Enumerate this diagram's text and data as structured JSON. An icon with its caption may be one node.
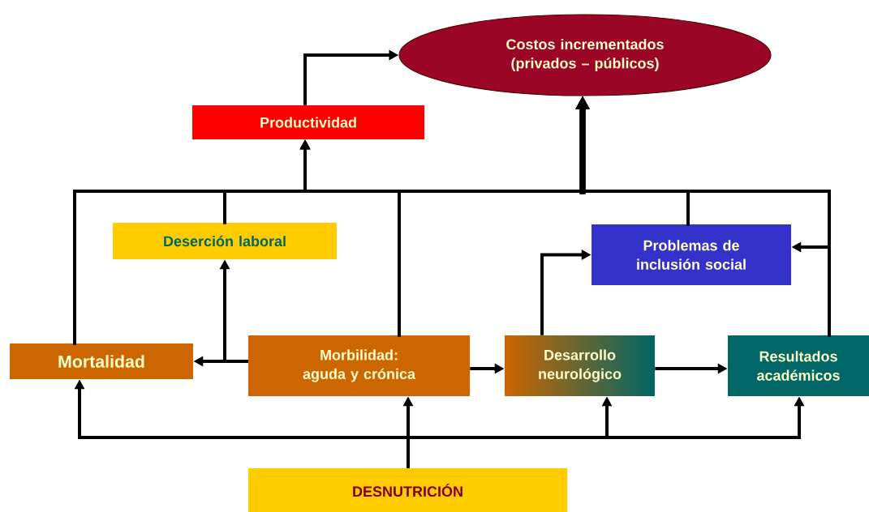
{
  "diagram": {
    "nodes": [
      {
        "text": [
          "Costos incrementados (privados – públicos)"
        ]
      },
      {
        "text": [
          "Productividad"
        ]
      },
      {
        "text": [
          "Deserción laboral"
        ]
      },
      {
        "text": [
          "Problemas de inclusión social"
        ]
      },
      {
        "text": [
          "Mortalidad"
        ]
      },
      {
        "text": [
          "Morbilidad: aguda y crónica"
        ]
      },
      {
        "text": [
          "Desarrollo neurológico"
        ]
      },
      {
        "text": [
          "Resultados académicos"
        ]
      },
      {
        "text": [
          "DESNUTRICIÓN"
        ]
      }
    ],
    "edges": [
      {
        "from": 1,
        "to": 0,
        "arrow": "to"
      },
      {
        "from": 4,
        "to": 1,
        "arrow": "to"
      },
      {
        "from": 2,
        "to": 1,
        "arrow": "to"
      },
      {
        "from": 5,
        "to": 1,
        "arrow": "to"
      },
      {
        "from": 3,
        "to": 1,
        "arrow": "to"
      },
      {
        "from": 7,
        "to": 1,
        "arrow": "to"
      },
      {
        "from": 4,
        "to": 0,
        "arrow": "to"
      },
      {
        "from": 2,
        "to": 0,
        "arrow": "to"
      },
      {
        "from": 5,
        "to": 0,
        "arrow": "to"
      },
      {
        "from": 3,
        "to": 0,
        "arrow": "to"
      },
      {
        "from": 7,
        "to": 0,
        "arrow": "to"
      },
      {
        "from": 7,
        "to": 3,
        "arrow": "to"
      },
      {
        "from": 5,
        "to": 4,
        "arrow": "to"
      },
      {
        "from": 5,
        "to": 2,
        "arrow": "to"
      },
      {
        "from": 5,
        "to": 6,
        "arrow": "to"
      },
      {
        "from": 6,
        "to": 3,
        "arrow": "to"
      },
      {
        "from": 6,
        "to": 7,
        "arrow": "to"
      },
      {
        "from": 8,
        "to": 4,
        "arrow": "to"
      },
      {
        "from": 8,
        "to": 5,
        "arrow": "to"
      },
      {
        "from": 8,
        "to": 6,
        "arrow": "to"
      },
      {
        "from": 8,
        "to": 7,
        "arrow": "to"
      }
    ]
  }
}
